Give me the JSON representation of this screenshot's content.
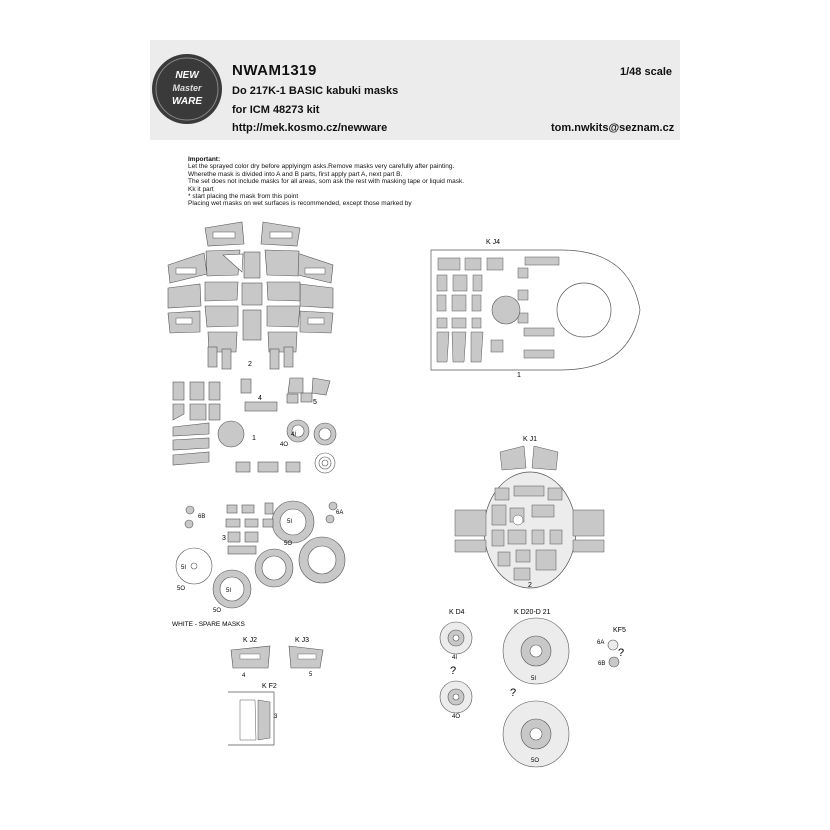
{
  "header": {
    "code": "NWAM1319",
    "scale": "1/48 scale",
    "product": "Do 217K-1 BASIC kabuki masks",
    "kit": "for ICM 48273 kit",
    "website": "http://mek.kosmo.cz/newware",
    "email": "tom.nwkits@seznam.cz",
    "logo_text": [
      "NEW",
      "Master",
      "WARE"
    ]
  },
  "notes": {
    "heading": "Important:",
    "lines": [
      "Let the sprayed color dry before applyingm asks.Remove masks very carefully after painting.",
      "Wherethe mask is divided into A and B parts, first apply part A, next part B.",
      "The set does not include masks for all areas, som ask the rest with masking tape or liquid mask.",
      "Kk it part",
      "* start placing the mask from this point",
      "Placing wet masks on wet surfaces is recommended, except those marked by"
    ]
  },
  "labels": {
    "sheet_2": "2",
    "sheet_4": "4",
    "sheet_5": "5",
    "sheet_1": "1",
    "sheet_4i": "4I",
    "sheet_4o": "4O",
    "sheet_6b": "6B",
    "sheet_6a": "6A",
    "sheet_3": "3",
    "sheet_5i_a": "5I",
    "sheet_5o_a": "5O",
    "sheet_5i_b": "5I",
    "sheet_5o_b": "5O",
    "sheet_5i_c": "5I",
    "sheet_5o_c": "5O",
    "white_spare": "WHITE - SPARE MASKS",
    "kj4": "K J4",
    "kj4_num": "1",
    "kj1": "K J1",
    "kj1_num": "2",
    "kj2": "K J2",
    "kj2_num": "4",
    "kj3": "K J3",
    "kj3_num": "5",
    "kf2": "K F2",
    "kf2_num": "3",
    "kd4": "K D4",
    "kd4_a": "4I",
    "kd4_b": "4O",
    "kd20": "K D20-D 21",
    "kd20_a": "5I",
    "kd20_b": "5O",
    "kf5": "KF5",
    "kf5_a": "6A",
    "kf5_b": "6B",
    "question": "?"
  },
  "colors": {
    "mask_grey": "#c8c8c8",
    "outline": "#555555",
    "header_band": "#ececec",
    "logo_dark": "#3a3a3a"
  }
}
